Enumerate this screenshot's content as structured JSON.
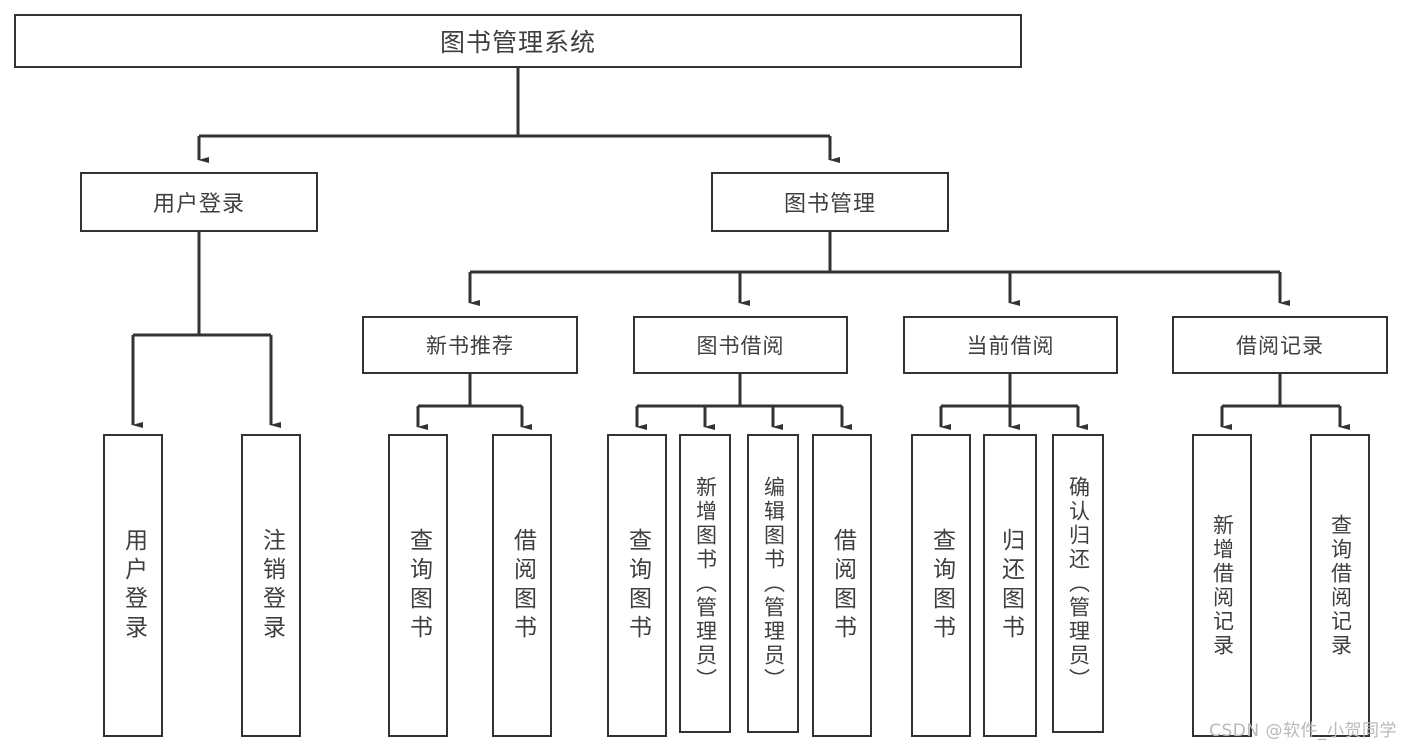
{
  "diagram": {
    "title": "图书管理系统",
    "type": "tree",
    "orientation": "top-down",
    "line_color": "#333333",
    "box_fill": "#ffffff",
    "text_color": "#3f3f3f"
  },
  "root": {
    "label": "图书管理系统"
  },
  "level1": [
    {
      "label": "用户登录"
    },
    {
      "label": "图书管理"
    }
  ],
  "level2": [
    {
      "label": "新书推荐"
    },
    {
      "label": "图书借阅"
    },
    {
      "label": "当前借阅"
    },
    {
      "label": "借阅记录"
    }
  ],
  "leaves": {
    "user_login": [
      {
        "label": "用户登录"
      },
      {
        "label": "注销登录"
      }
    ],
    "new_book": [
      {
        "label": "查询图书"
      },
      {
        "label": "借阅图书"
      }
    ],
    "book_borrow": [
      {
        "label": "查询图书"
      },
      {
        "label": "新增图书（管理员）"
      },
      {
        "label": "编辑图书（管理员）"
      },
      {
        "label": "借阅图书"
      }
    ],
    "current_borrow": [
      {
        "label": "查询图书"
      },
      {
        "label": "归还图书"
      },
      {
        "label": "确认归还（管理员）"
      }
    ],
    "borrow_record": [
      {
        "label": "新增借阅记录"
      },
      {
        "label": "查询借阅记录"
      }
    ]
  },
  "watermark": {
    "text": "CSDN @软件_小贺同学"
  }
}
